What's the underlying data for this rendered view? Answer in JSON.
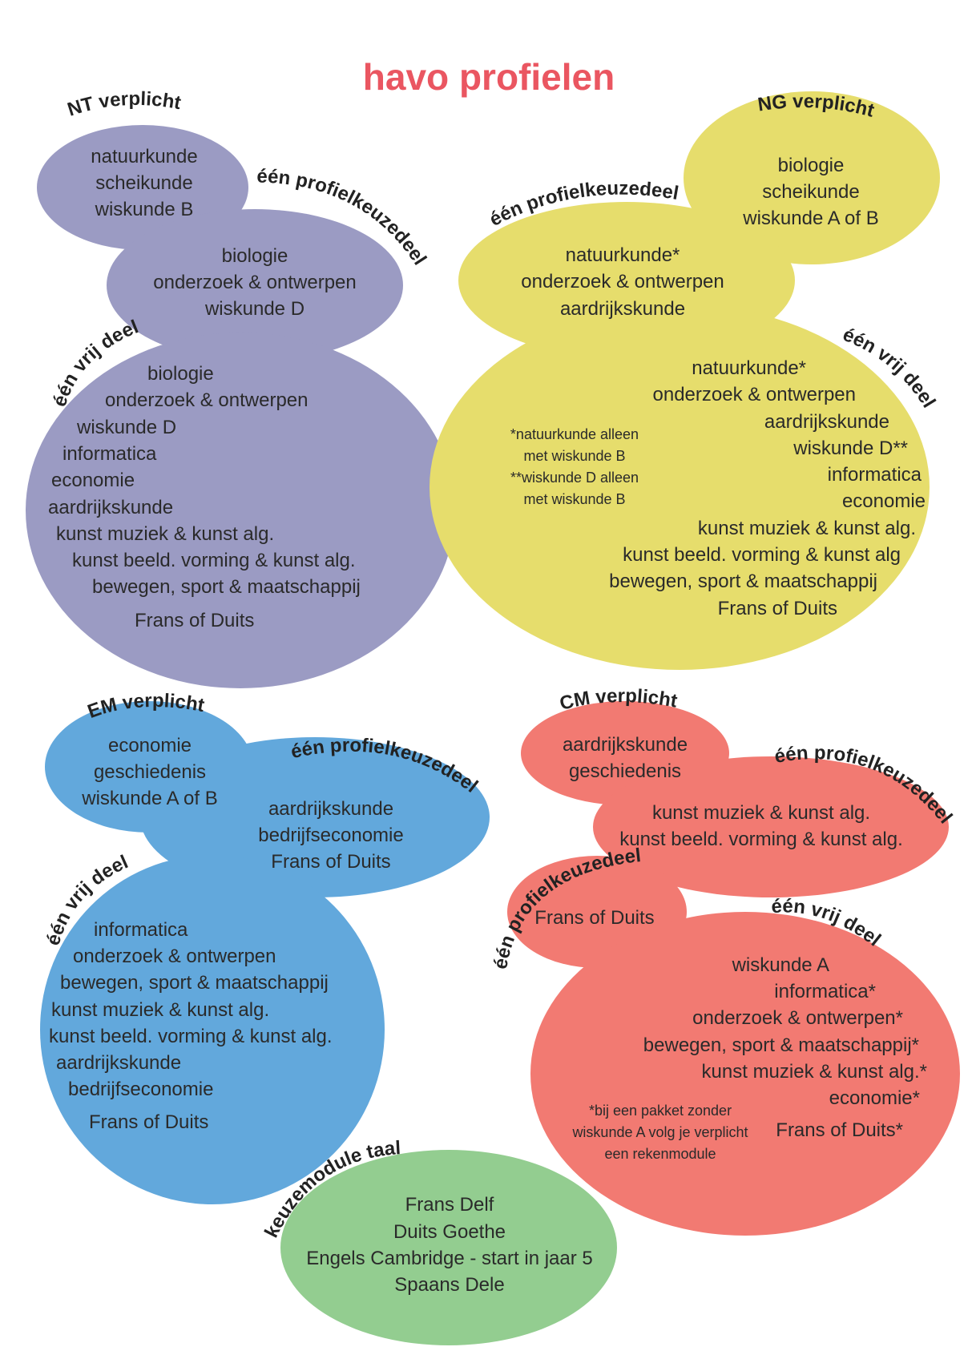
{
  "title": "havo profielen",
  "colors": {
    "title": "#ea5661",
    "nt": "#9b9bc3",
    "ng": "#e6dd6c",
    "em": "#62a8dc",
    "cm": "#f27a72",
    "taal": "#93cd90"
  },
  "nt": {
    "verplicht_heading": "NT verplicht",
    "verplicht_items": [
      "natuurkunde",
      "scheikunde",
      "wiskunde B"
    ],
    "profielkeuze_heading": "één profielkeuzedeel",
    "profielkeuze_items": [
      "biologie",
      "onderzoek & ontwerpen",
      "wiskunde D"
    ],
    "vrij_heading": "één vrij deel",
    "vrij_items": [
      "biologie",
      "onderzoek & ontwerpen",
      "wiskunde D",
      "informatica",
      "economie",
      "aardrijkskunde",
      "kunst muziek & kunst alg.",
      "kunst beeld. vorming & kunst alg.",
      "bewegen, sport & maatschappij",
      "Frans of Duits"
    ]
  },
  "ng": {
    "verplicht_heading": "NG verplicht",
    "verplicht_items": [
      "biologie",
      "scheikunde",
      "wiskunde A of B"
    ],
    "profielkeuze_heading": "één profielkeuzedeel",
    "profielkeuze_items": [
      "natuurkunde*",
      "onderzoek & ontwerpen",
      "aardrijkskunde"
    ],
    "vrij_heading": "één vrij deel",
    "vrij_items": [
      "natuurkunde*",
      "onderzoek & ontwerpen",
      "aardrijkskunde",
      "wiskunde D**",
      "informatica",
      "economie",
      "kunst muziek & kunst alg.",
      "kunst beeld. vorming & kunst alg",
      "bewegen, sport & maatschappij",
      "Frans of Duits"
    ],
    "notes": [
      "*natuurkunde alleen",
      "met wiskunde B",
      "**wiskunde D alleen",
      "met wiskunde B"
    ]
  },
  "em": {
    "verplicht_heading": "EM verplicht",
    "verplicht_items": [
      "economie",
      "geschiedenis",
      "wiskunde A of B"
    ],
    "profielkeuze_heading": "één profielkeuzedeel",
    "profielkeuze_items": [
      "aardrijkskunde",
      "bedrijfseconomie",
      "Frans of Duits"
    ],
    "vrij_heading": "één vrij deel",
    "vrij_items": [
      "informatica",
      "onderzoek & ontwerpen",
      "bewegen, sport & maatschappij",
      "kunst muziek & kunst alg.",
      "kunst beeld. vorming & kunst alg.",
      "aardrijkskunde",
      "bedrijfseconomie",
      "Frans of Duits"
    ]
  },
  "cm": {
    "verplicht_heading": "CM verplicht",
    "verplicht_items": [
      "aardrijkskunde",
      "geschiedenis"
    ],
    "profielkeuze1_heading": "één profielkeuzedeel",
    "profielkeuze1_items": [
      "kunst muziek & kunst alg.",
      "kunst beeld. vorming & kunst alg."
    ],
    "profielkeuze2_heading": "één profielkeuzedeel",
    "profielkeuze2_items": [
      "Frans of Duits"
    ],
    "vrij_heading": "één vrij deel",
    "vrij_items": [
      "wiskunde A",
      "informatica*",
      "onderzoek & ontwerpen*",
      "bewegen, sport & maatschappij*",
      "kunst  muziek & kunst alg.*",
      "economie*",
      "Frans of Duits*"
    ],
    "notes": [
      "*bij een pakket zonder",
      "wiskunde A volg je verplicht",
      "een rekenmodule"
    ]
  },
  "taal": {
    "heading": "keuzemodule taal",
    "items": [
      "Frans Delf",
      "Duits Goethe",
      "Engels Cambridge - start in jaar 5",
      "Spaans Dele"
    ]
  }
}
